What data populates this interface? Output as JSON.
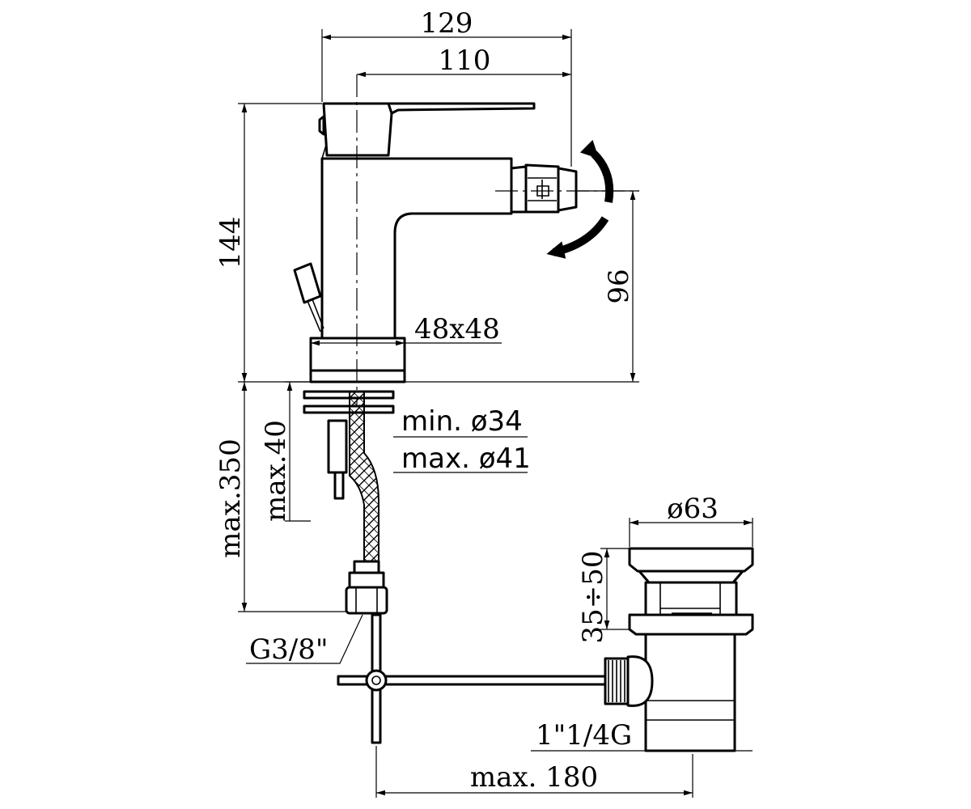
{
  "dimensions": {
    "d129": "129",
    "d110": "110",
    "d144": "144",
    "d96": "96",
    "d48x48": "48x48",
    "dmin34": "min. ø34",
    "dmax41": "max. ø41",
    "dmax350": "max.350",
    "dmax40": "max.40",
    "dg38": "G3/8\"",
    "dphi63": "ø63",
    "d35_50": "35÷50",
    "d1_14g": "1\"1/4G",
    "dmax180": "max. 180"
  },
  "icons": {
    "rotation": "rotation-arrows-icon"
  }
}
